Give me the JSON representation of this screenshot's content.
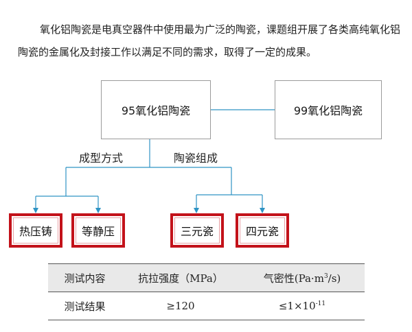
{
  "intro": "氧化铝陶瓷是电真空器件中使用最为广泛的陶瓷，课题组开展了各类高纯氧化铝陶瓷的金属化及封接工作以满足不同的需求，取得了一定的成果。",
  "nodes": {
    "main": "95氧化铝陶瓷",
    "alt": "99氧化铝陶瓷"
  },
  "branches": {
    "left_label": "成型方式",
    "right_label": "陶瓷组成"
  },
  "leaves": [
    "热压铸",
    "等静压",
    "三元瓷",
    "四元瓷"
  ],
  "colors": {
    "connector": "#2e93c4",
    "leaf_border": "#c3121a",
    "table_header_bg": "#e9e9e9"
  },
  "table": {
    "header": {
      "col1": "测试内容",
      "col2": "抗拉强度（MPa）",
      "col3_base": "气密性(Pa·m",
      "col3_sup": "3",
      "col3_tail": "/s)"
    },
    "row": {
      "col1": "测试结果",
      "col2": "≥120",
      "col3_base": "≤1×10",
      "col3_sup": "-11"
    }
  }
}
